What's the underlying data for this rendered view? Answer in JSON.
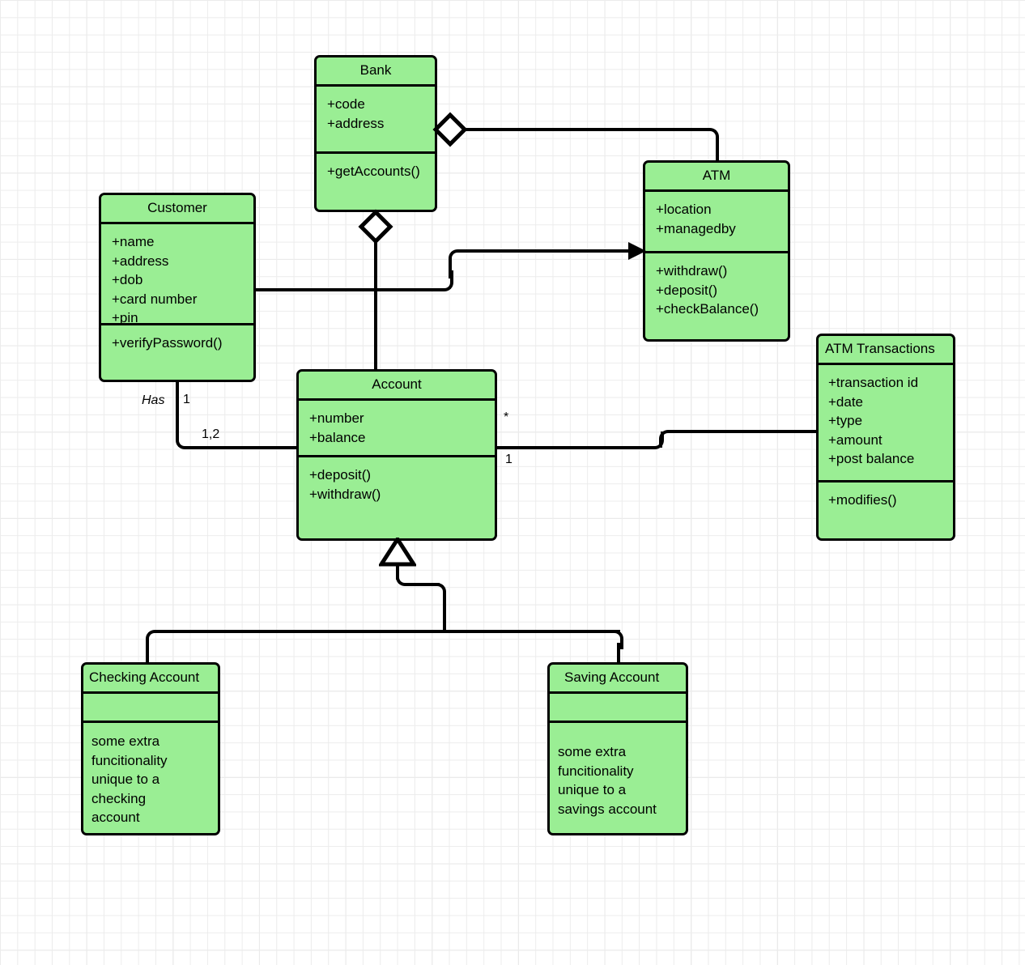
{
  "diagram": {
    "kind": "uml-class-diagram",
    "title": "ATM / Bank UML Class Diagram",
    "palette": {
      "class_fill": "#9aee94",
      "stroke": "#000000",
      "grid_minor": "#ececec",
      "grid_major": "#dcdcdc",
      "canvas": "#ffffff"
    }
  },
  "classes": {
    "bank": {
      "name": "Bank",
      "attributes": "+code\n+address",
      "operations": "+getAccounts()"
    },
    "customer": {
      "name": "Customer",
      "attributes": "+name\n+address\n+dob\n+card number\n+pin",
      "operations": "+verifyPassword()"
    },
    "atm": {
      "name": "ATM",
      "attributes": "+location\n+managedby",
      "operations": "+withdraw()\n+deposit()\n+checkBalance()"
    },
    "account": {
      "name": "Account",
      "attributes": "+number\n+balance",
      "operations": "+deposit()\n+withdraw()"
    },
    "atm_transactions": {
      "name": "ATM Transactions",
      "attributes": "+transaction id\n+date\n+type\n+amount\n+post balance",
      "operations": "+modifies()"
    },
    "checking_account": {
      "name": "Checking Account",
      "attributes": "",
      "operations": "some extra\nfuncitionality\nunique to a\nchecking\naccount"
    },
    "saving_account": {
      "name": "Saving Account",
      "attributes": "",
      "operations": "some extra\nfuncitionality\nunique to a\nsavings account"
    }
  },
  "relationships": {
    "bank_atm": {
      "type": "aggregation",
      "source": "Bank",
      "target": "ATM",
      "source_marker": "open-diamond"
    },
    "bank_account": {
      "type": "aggregation",
      "source": "Bank",
      "target": "Account",
      "source_marker": "open-diamond"
    },
    "customer_atm": {
      "type": "association",
      "source": "Customer",
      "target": "ATM",
      "target_marker": "arrow"
    },
    "customer_account": {
      "type": "association",
      "source": "Customer",
      "target": "Account",
      "label": "Has",
      "source_multiplicity": "1",
      "target_multiplicity": "1,2"
    },
    "account_atm_transactions": {
      "type": "association",
      "source": "Account",
      "target": "ATM Transactions",
      "source_multiplicity_top": "*",
      "source_multiplicity_bottom": "1"
    },
    "checking_generalization": {
      "type": "generalization",
      "source": "Checking Account",
      "target": "Account",
      "target_marker": "hollow-triangle"
    },
    "saving_generalization": {
      "type": "generalization",
      "source": "Saving Account",
      "target": "Account",
      "target_marker": "hollow-triangle"
    }
  },
  "labels": {
    "has": "Has",
    "one": "1",
    "one_two": "1,2",
    "star": "*",
    "one_b": "1"
  }
}
